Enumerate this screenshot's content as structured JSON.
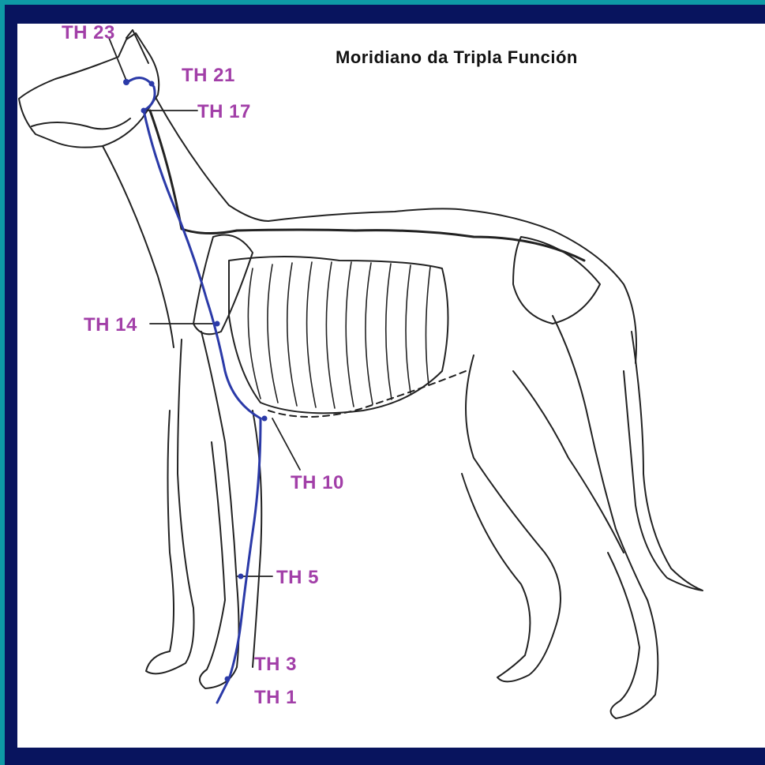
{
  "diagram": {
    "title": "Moridiano da Tripla Función",
    "points": [
      {
        "id": "th23",
        "label": "TH 23"
      },
      {
        "id": "th21",
        "label": "TH 21"
      },
      {
        "id": "th17",
        "label": "TH 17"
      },
      {
        "id": "th14",
        "label": "TH 14"
      },
      {
        "id": "th10",
        "label": "TH 10"
      },
      {
        "id": "th5",
        "label": "TH 5"
      },
      {
        "id": "th3",
        "label": "TH 3"
      },
      {
        "id": "th1",
        "label": "TH 1"
      }
    ]
  },
  "colors": {
    "border_outer": "#0e9aa5",
    "border_inner": "#08145e",
    "label": "#a23fa8",
    "meridian": "#2b3aa8",
    "anatomy_line": "#222222"
  }
}
